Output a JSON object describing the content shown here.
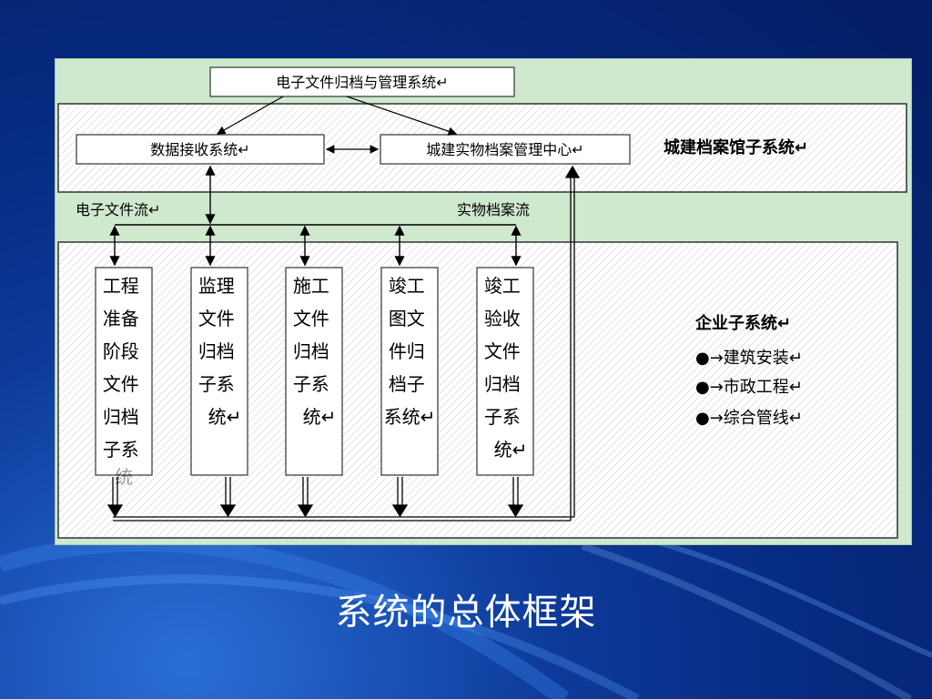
{
  "diagram": {
    "top_box": "电子文件归档与管理系统↵",
    "left_box": "数据接收系统↵",
    "right_box": "城建实物档案管理中心↵",
    "upper_region_label": "城建档案馆子系统↵",
    "flow_left": "电子文件流↵",
    "flow_right": "实物档案流",
    "lower_region_title": "企业子系统↵",
    "bullets": [
      "●→建筑安装↵",
      "●→市政工程↵",
      "●→综合管线↵"
    ],
    "columns": [
      [
        "工程",
        "准备",
        "阶段",
        "文件",
        "归档",
        "子系",
        "统"
      ],
      [
        "监理",
        "文件",
        "归档",
        "子系",
        "统↵"
      ],
      [
        "施工",
        "文件",
        "归档",
        "子系",
        "统↵"
      ],
      [
        "竣工",
        "图文",
        "件归",
        "档子",
        "系统↵"
      ],
      [
        "竣工",
        "验收",
        "文件",
        "归档",
        "子系",
        "统↵"
      ]
    ]
  },
  "caption": "系统的总体框架"
}
